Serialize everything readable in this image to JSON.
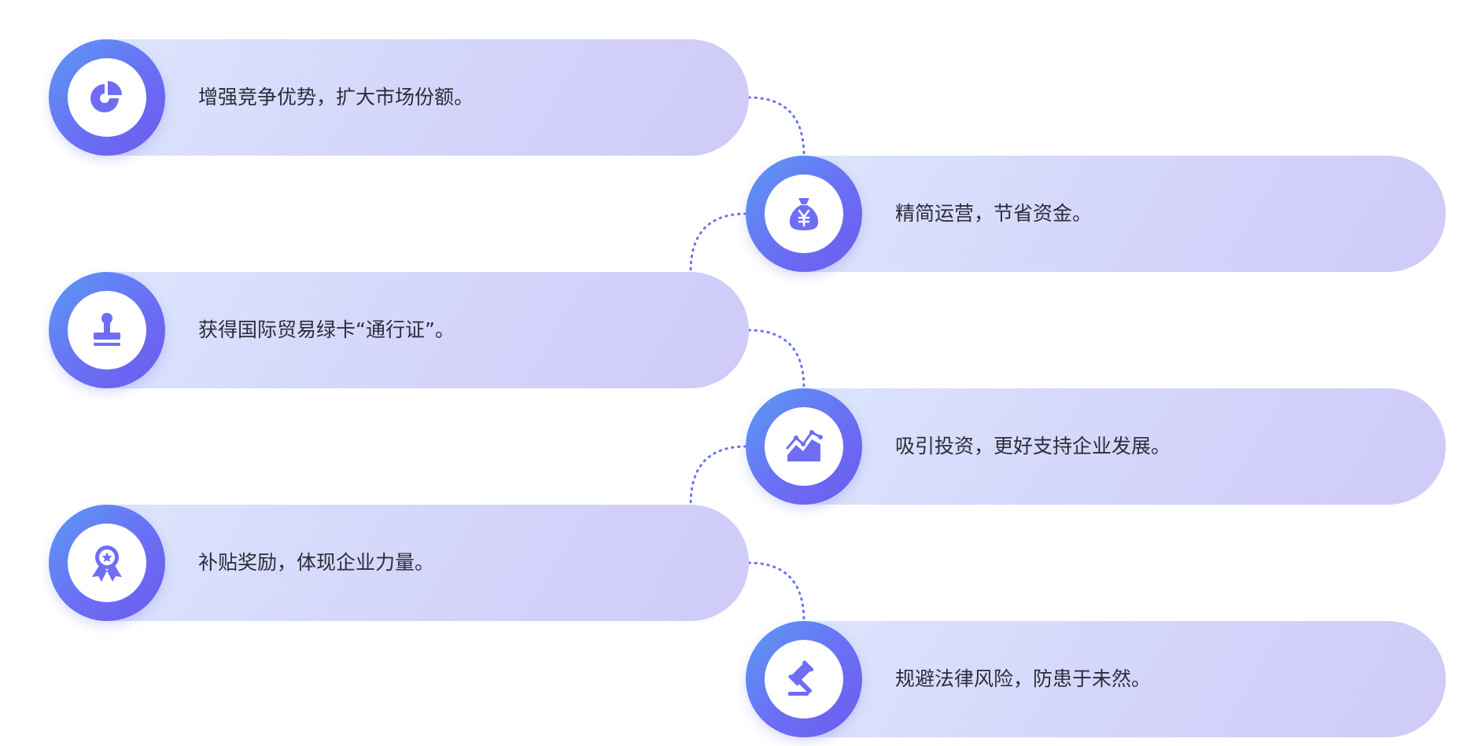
{
  "diagram": {
    "items": [
      {
        "icon": "pie-chart-icon",
        "text": "增强竞争优势，扩大市场份额。"
      },
      {
        "icon": "money-bag-icon",
        "text": "精简运营，节省资金。"
      },
      {
        "icon": "stamp-icon",
        "text": "获得国际贸易绿卡“通行证”。"
      },
      {
        "icon": "trend-chart-icon",
        "text": "吸引投资，更好支持企业发展。"
      },
      {
        "icon": "award-badge-icon",
        "text": "补贴奖励，体现企业力量。"
      },
      {
        "icon": "gavel-icon",
        "text": "规避法律风险，防患于未然。"
      }
    ]
  },
  "colors": {
    "accent_start": "#5b9af3",
    "accent_end": "#6d5bef",
    "pill_start": "#dde7fc",
    "pill_end": "#cfcaf8",
    "connector": "#6b74ee"
  }
}
